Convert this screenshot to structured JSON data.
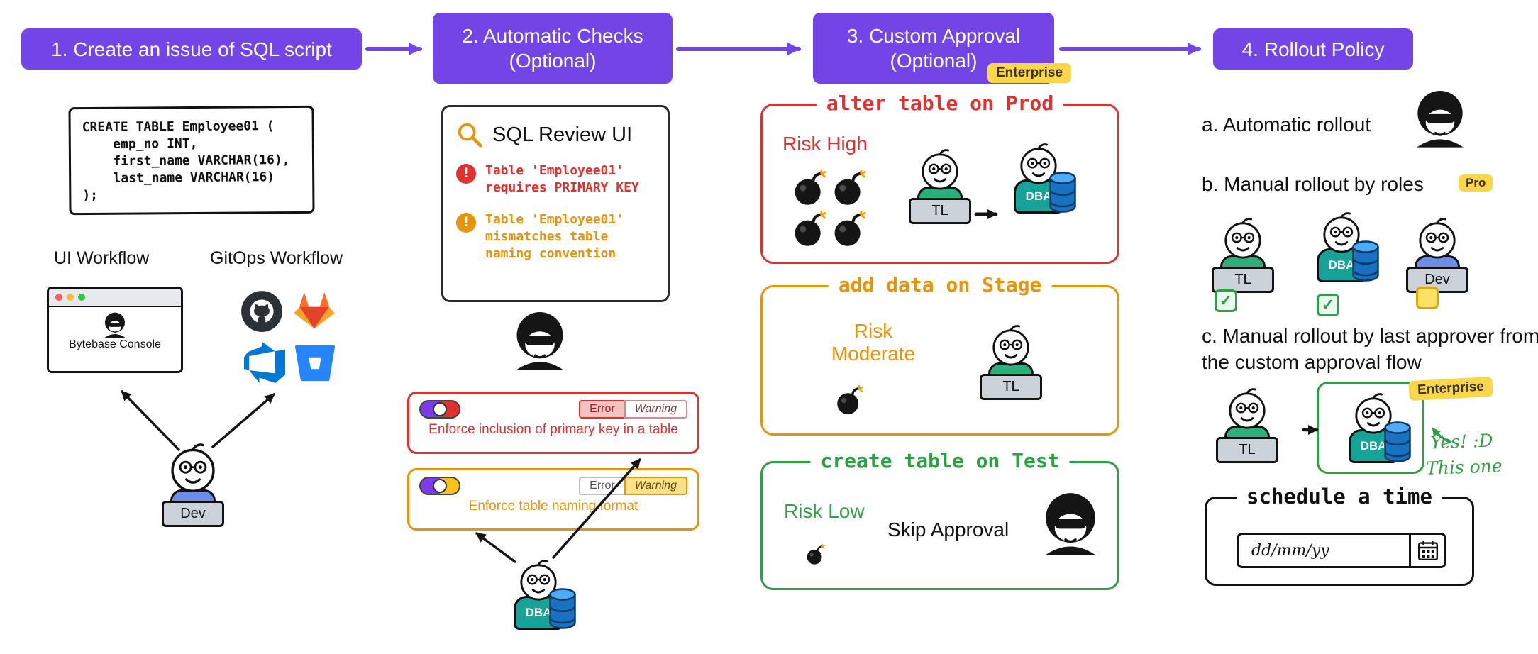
{
  "colors": {
    "purple": "#7445E6",
    "red": "#E03131",
    "orange": "#E8940A",
    "green": "#2F9E44",
    "badge_yellow": "#F9D64A",
    "db_blue": "#1971C2"
  },
  "icons": {
    "alert": "!",
    "check": "✓"
  },
  "headers": [
    {
      "label": "1. Create an issue of SQL script"
    },
    {
      "label": "2. Automatic Checks (Optional)"
    },
    {
      "label": "3. Custom Approval (Optional)",
      "badge": "Enterprise"
    },
    {
      "label": "4. Rollout Policy"
    }
  ],
  "step1": {
    "code": [
      "CREATE TABLE Employee01 (",
      "    emp_no INT,",
      "    first_name VARCHAR(16),",
      "    last_name VARCHAR(16)",
      ");"
    ],
    "ui_workflow": "UI Workflow",
    "gitops_workflow": "GitOps Workflow",
    "console_name": "Bytebase Console",
    "dev_label": "Dev"
  },
  "step2": {
    "review_title": "SQL Review UI",
    "error_message": "Table 'Employee01' requires PRIMARY KEY",
    "warning_message": "Table 'Employee01' mismatches table naming convention",
    "rules": [
      {
        "error_label": "Error",
        "warning_label": "Warning",
        "description": "Enforce inclusion of primary key in a table"
      },
      {
        "error_label": "Error",
        "warning_label": "Warning",
        "description": "Enforce table naming format"
      }
    ],
    "dba_label": "DBA"
  },
  "step3": {
    "prod": {
      "title": "alter table on Prod",
      "risk": "Risk High",
      "tl_label": "TL",
      "dba_label": "DBA"
    },
    "stage": {
      "title": "add data on Stage",
      "risk": "Risk Moderate",
      "tl_label": "TL"
    },
    "test": {
      "title": "create table on Test",
      "risk": "Risk Low",
      "skip_label": "Skip Approval"
    }
  },
  "step4": {
    "a_label": "a. Automatic rollout",
    "b_label": "b. Manual rollout by roles",
    "b_badge": "Pro",
    "roles": [
      "TL",
      "DBA",
      "Dev"
    ],
    "c_label": "c. Manual rollout by last approver from the custom approval flow",
    "c_badge": "Enterprise",
    "flow": {
      "tl_label": "TL",
      "dba_label": "DBA"
    },
    "approval_note_1": "Yes! :D",
    "approval_note_2": "This one",
    "schedule_title": "schedule a time",
    "date_value": "dd/mm/yy"
  }
}
